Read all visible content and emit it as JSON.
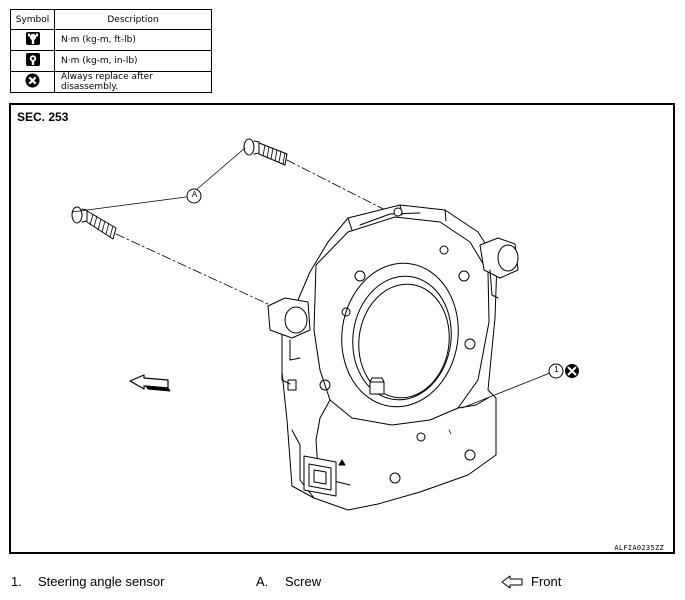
{
  "legend": {
    "header_symbol": "Symbol",
    "header_description": "Description",
    "rows": [
      {
        "icon": "torque-wrench-icon",
        "description": "N·m (kg-m, ft-lb)"
      },
      {
        "icon": "torque-wrench-inlb-icon",
        "description": "N·m (kg-m, in-lb)"
      },
      {
        "icon": "replace-x-icon",
        "description": "Always replace after disassembly."
      }
    ]
  },
  "diagram": {
    "section": "SEC. 253",
    "figure_code": "ALFIA0235ZZ",
    "callout_1": "1",
    "callout_a": "A"
  },
  "footer": {
    "item1_num": "1.",
    "item1_label": "Steering angle sensor",
    "itemA_num": "A.",
    "itemA_label": "Screw",
    "front_label": "Front"
  }
}
